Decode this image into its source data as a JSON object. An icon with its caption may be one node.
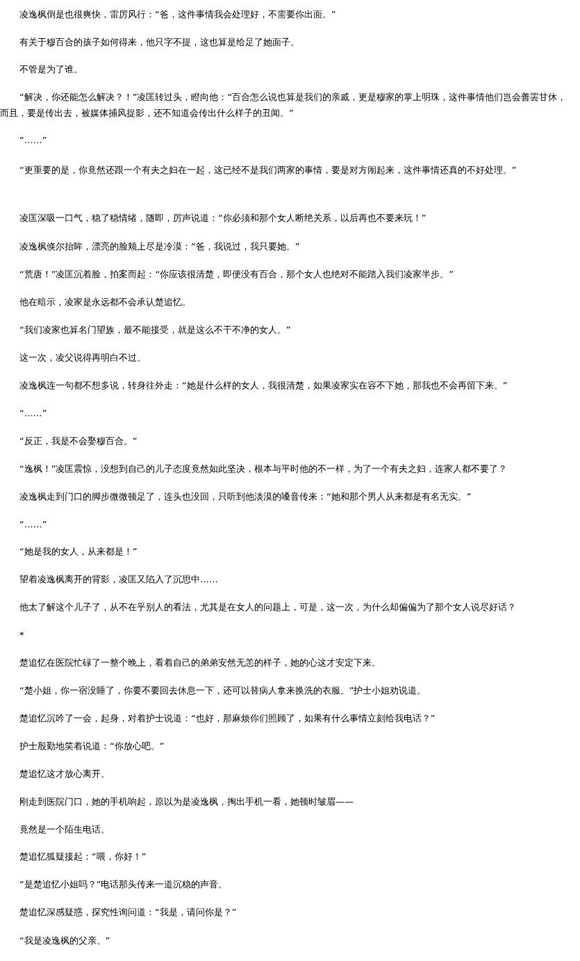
{
  "diagram": {
    "labels": [
      "凌逸枫倒是也很爽快，雷厉风行：“爸，这件事情我会处理好，不需要你出面。”",
      "有关于穆百合的孩子如何得来，他只字不提，这也算是给足了她面子。",
      "不管是为了谁。",
      "“解决，你还能怎么解决？！”凌匡转过头，瞪向他：“百合怎么说也算是我们的亲戚，更是穆家的掌上明珠，这件事情他们岂会善罢甘休，而且，要是传出去，被媒体捕风捉影，还不知道会传出什么样子的丑闻。”",
      "“……”",
      "“更重要的是，你竟然还跟一个有夫之妇在一起，这已经不是我们两家的事情，要是对方闹起来，这件事情还真的不好处理。”",
      "凌匡深吸一口气，稳了稳情绪，随即，厉声说道：“你必须和那个女人断绝关系，以后再也不要来玩！”",
      "凌逸枫倏尔抬眸，漂亮的脸颊上尽是冷漠：“爸，我说过，我只要她。”",
      "“荒唐！”凌匡沉着脸，拍案而起：“你应该很清楚，即便没有百合，那个女人也绝对不能踏入我们凌家半步。”",
      "他在暗示，凌家是永远都不会承认楚追忆。",
      "“我们凌家也算名门望族，最不能接受，就是这么不干不净的女人。”",
      "这一次，凌父说得再明白不过。",
      "凌逸枫连一句都不想多说，转身往外走：“她是什么样的女人，我很清楚，如果凌家实在容不下她，那我也不会再留下来。”",
      "“……”",
      "“反正，我是不会娶穆百合。”",
      "“逸枫！”凌匡震惊，没想到自己的儿子态度竟然如此坚决，根本与平时他的不一样，为了一个有夫之妇，连家人都不要了？",
      "凌逸枫走到门口的脚步微微顿足了，连头也没回，只听到他淡漠的嗓音传来：“她和那个男人从来都是有名无实。”",
      "“……”",
      "“她是我的女人，从来都是！”",
      "望着凌逸枫离开的背影，凌匡又陷入了沉思中……",
      "他太了解这个儿子了，从不在乎别人的看法，尤其是在女人的问题上，可是，这一次，为什么却偏偏为了那个女人说尽好话？",
      "*",
      "楚追忆在医院忙碌了一整个晚上，看着自己的弟弟安然无恙的样子，她的心这才安定下来。",
      "“楚小姐，你一宿没睡了，你要不要回去休息一下，还可以替病人拿来换洗的衣服。”护士小姐劝说道。",
      "楚追忆沉吟了一会，起身，对着护士说道：“也好，那麻烦你们照顾了，如果有什么事情立刻给我电话？”",
      "护士殷勤地笑着说道：“你放心吧。”",
      "楚追忆这才放心离开。",
      "刚走到医院门口，她的手机响起，原以为是凌逸枫，掏出手机一看，她顿时皱眉——",
      "竟然是一个陌生电话。",
      "楚追忆狐疑接起：“喂，你好！”",
      "“是楚追忆小姐吗？”电话那头传来一道沉稳的声音。",
      "楚追忆深感疑惑，探究性询问道：“我是，请问你是？”",
      "“我是凌逸枫的父亲。”"
    ]
  }
}
